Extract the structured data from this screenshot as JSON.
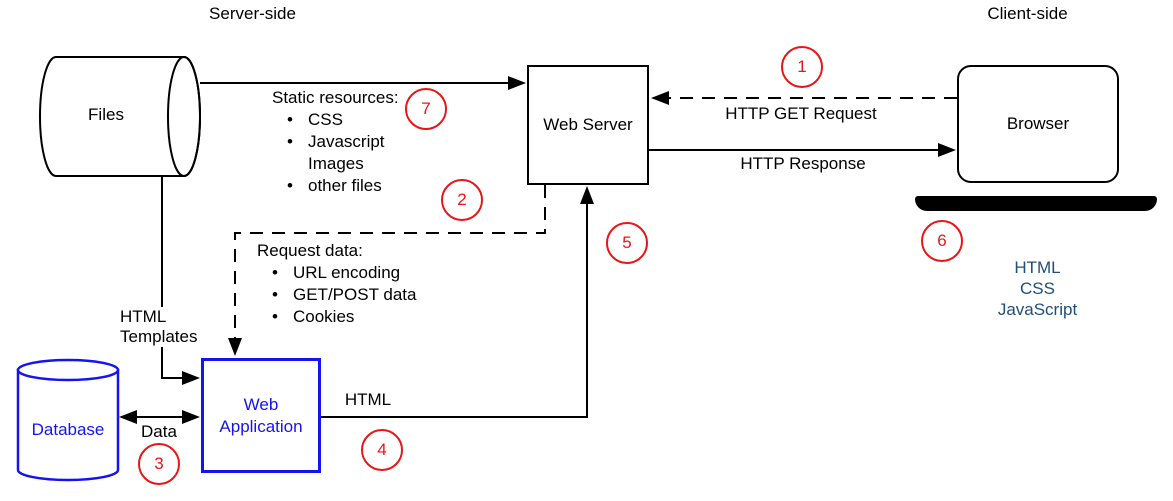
{
  "headers": {
    "server_side": "Server-side",
    "client_side": "Client-side"
  },
  "nodes": {
    "files": {
      "label": "Files"
    },
    "web_server": {
      "label": "Web Server"
    },
    "browser": {
      "label": "Browser"
    },
    "database": {
      "label": "Database"
    },
    "web_application": {
      "label": "Web Application"
    }
  },
  "edges": {
    "static_resources": {
      "title": "Static resources:",
      "items": [
        {
          "text": "CSS",
          "bullet": true
        },
        {
          "text": "Javascript",
          "bullet": true
        },
        {
          "text": "Images",
          "bullet": false
        },
        {
          "text": "other files",
          "bullet": true
        }
      ]
    },
    "http_get_request": {
      "label": "HTTP GET Request"
    },
    "http_response": {
      "label": "HTTP Response"
    },
    "request_data": {
      "title": "Request data:",
      "items": [
        {
          "text": "URL encoding",
          "bullet": true
        },
        {
          "text": "GET/POST data",
          "bullet": true
        },
        {
          "text": "Cookies",
          "bullet": true
        }
      ]
    },
    "html_templates": {
      "label": "HTML\nTemplates"
    },
    "data": {
      "label": "Data"
    },
    "html": {
      "label": "HTML"
    }
  },
  "client_stack": {
    "lines": [
      "HTML",
      "CSS",
      "JavaScript"
    ]
  },
  "markers": {
    "labels": [
      "1",
      "2",
      "3",
      "4",
      "5",
      "6",
      "7"
    ]
  },
  "colors": {
    "line_black": "#000000",
    "node_blue": "#1414f0",
    "marker_red": "#e81616",
    "client_stack_blue": "#1f4e79",
    "background": "#ffffff"
  }
}
